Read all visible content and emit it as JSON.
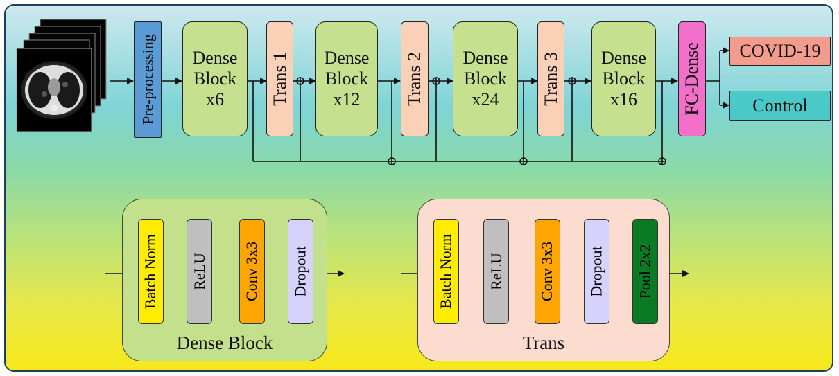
{
  "pipeline": {
    "preprocessing": "Pre-processing",
    "dense1": [
      "Dense",
      "Block",
      "x6"
    ],
    "trans1": "Trans 1",
    "dense2": [
      "Dense",
      "Block",
      "x12"
    ],
    "trans2": "Trans 2",
    "dense3": [
      "Dense",
      "Block",
      "x24"
    ],
    "trans3": "Trans 3",
    "dense4": [
      "Dense",
      "Block",
      "x16"
    ],
    "fc": "FC-Dense",
    "out_covid": "COVID-19",
    "out_control": "Control"
  },
  "dense_block_detail": {
    "title": "Dense Block",
    "layers": [
      "Batch Norm",
      "ReLU",
      "Conv 3x3",
      "Dropout"
    ]
  },
  "trans_detail": {
    "title": "Trans",
    "layers": [
      "Batch Norm",
      "ReLU",
      "Conv 3x3",
      "Dropout",
      "Pool 2x2"
    ]
  },
  "colors": {
    "dense": "#c5e08f",
    "trans": "#fad1b7",
    "preprocessing": "#5b9bd5",
    "fc": "#f26fca",
    "covid": "#f39c8e",
    "control": "#4bc9c9",
    "batch_norm": "#ffec00",
    "relu": "#bfbfbf",
    "conv": "#ffa500",
    "dropout": "#d6d2fb",
    "pool": "#0a7a24"
  }
}
